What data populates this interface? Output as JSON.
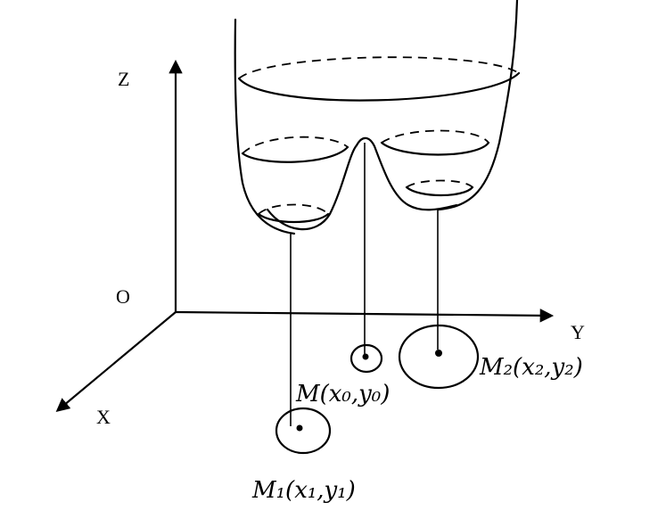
{
  "axes": {
    "z_label": "Z",
    "y_label": "Y",
    "x_label": "X",
    "origin_label": "O"
  },
  "points": {
    "m0_label": "M(x₀,y₀)",
    "m1_label": "M₁(x₁,y₁)",
    "m2_label": "M₂(x₂,y₂)"
  }
}
